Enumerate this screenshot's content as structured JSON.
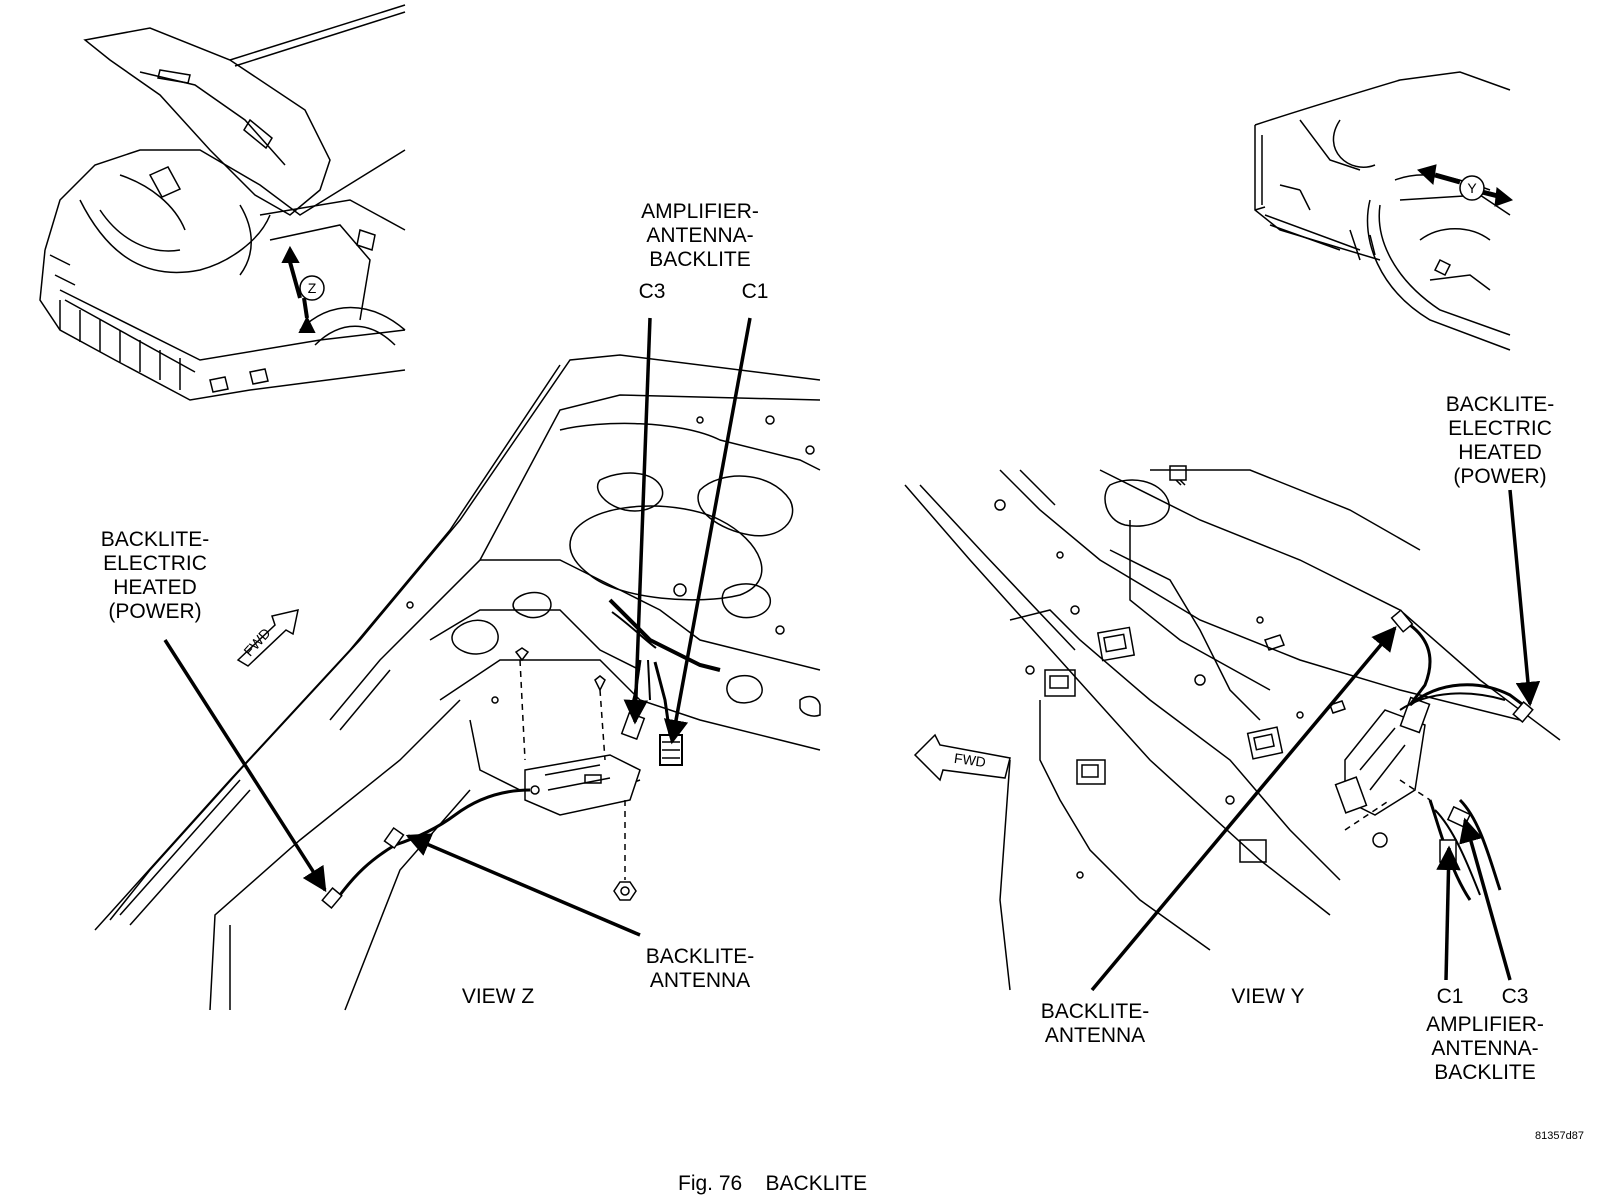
{
  "view_z": {
    "title": "VIEW Z",
    "callout_letter": "Z",
    "fwd": "FWD",
    "amp_label": [
      "AMPLIFIER-",
      "ANTENNA-",
      "BACKLITE"
    ],
    "c3": "C3",
    "c1": "C1",
    "power_label": [
      "BACKLITE-",
      "ELECTRIC",
      "HEATED",
      "(POWER)"
    ],
    "antenna_label": [
      "BACKLITE-",
      "ANTENNA"
    ]
  },
  "view_y": {
    "title": "VIEW Y",
    "callout_letter": "Y",
    "fwd": "FWD",
    "power_label": [
      "BACKLITE-",
      "ELECTRIC",
      "HEATED",
      "(POWER)"
    ],
    "antenna_label": [
      "BACKLITE-",
      "ANTENNA"
    ],
    "c1": "C1",
    "c3": "C3",
    "amp_label": [
      "AMPLIFIER-",
      "ANTENNA-",
      "BACKLITE"
    ]
  },
  "figure_code": "81357d87",
  "caption": "Fig. 76    BACKLITE"
}
